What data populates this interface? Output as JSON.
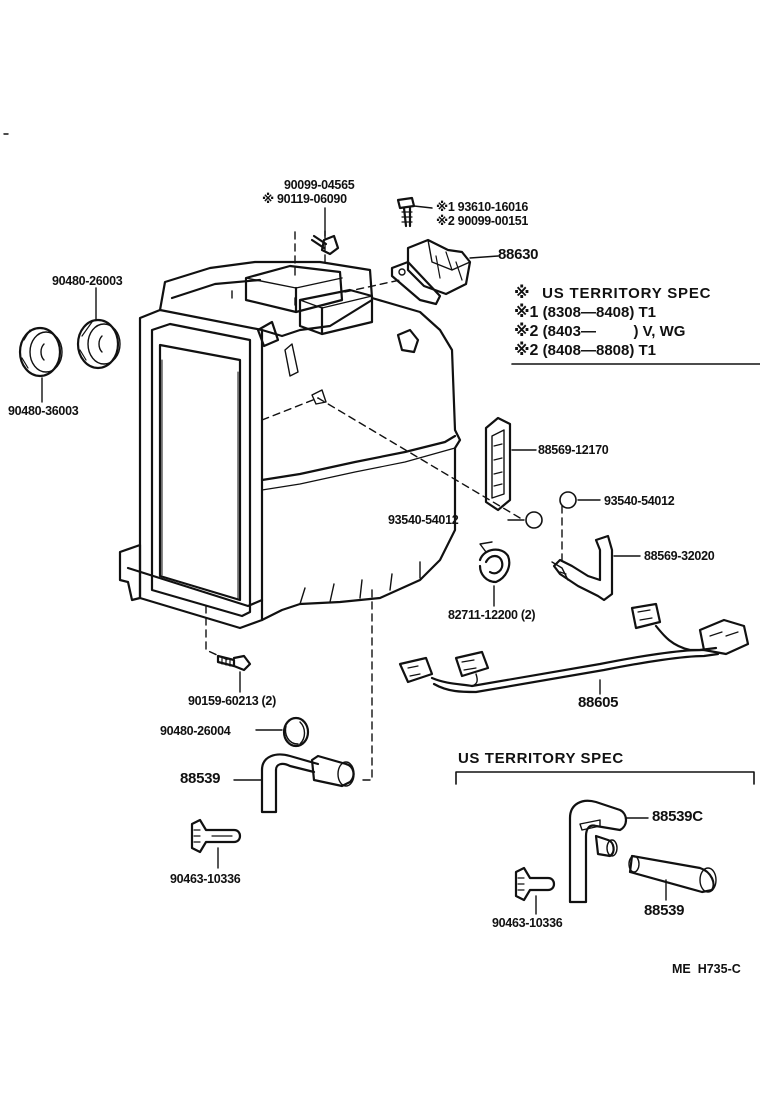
{
  "legend": {
    "heading_mark": "※",
    "heading_text": "US TERRITORY SPEC",
    "rows": [
      {
        "mark": "※1",
        "text": "(8308—8408) T1"
      },
      {
        "mark": "※2",
        "text": "(8403—         ) V, WG"
      },
      {
        "mark": "※2",
        "text": "(8408—8808) T1"
      }
    ]
  },
  "us_spec_box": {
    "title": "US TERRITORY SPEC"
  },
  "parts": {
    "p_90099_04565": "90099-04565",
    "p_90119_06090": "※ 90119-06090",
    "p_93610_16016": "※1 93610-16016",
    "p_90099_00151": "※2 90099-00151",
    "p_88630": "88630",
    "p_90480_26003": "90480-26003",
    "p_90480_36003": "90480-36003",
    "p_88569_12170": "88569-12170",
    "p_93540_54012_a": "93540-54012",
    "p_93540_54012_b": "93540-54012",
    "p_88569_32020": "88569-32020",
    "p_82711_12200": "82711-12200 (2)",
    "p_88605": "88605",
    "p_90159_60213": "90159-60213 (2)",
    "p_90480_26004": "90480-26004",
    "p_88539_main": "88539",
    "p_90463_10336_main": "90463-10336",
    "p_88539C": "88539C",
    "p_90463_10336_us": "90463-10336",
    "p_88539_us": "88539"
  },
  "footer": "ME  H735-C"
}
